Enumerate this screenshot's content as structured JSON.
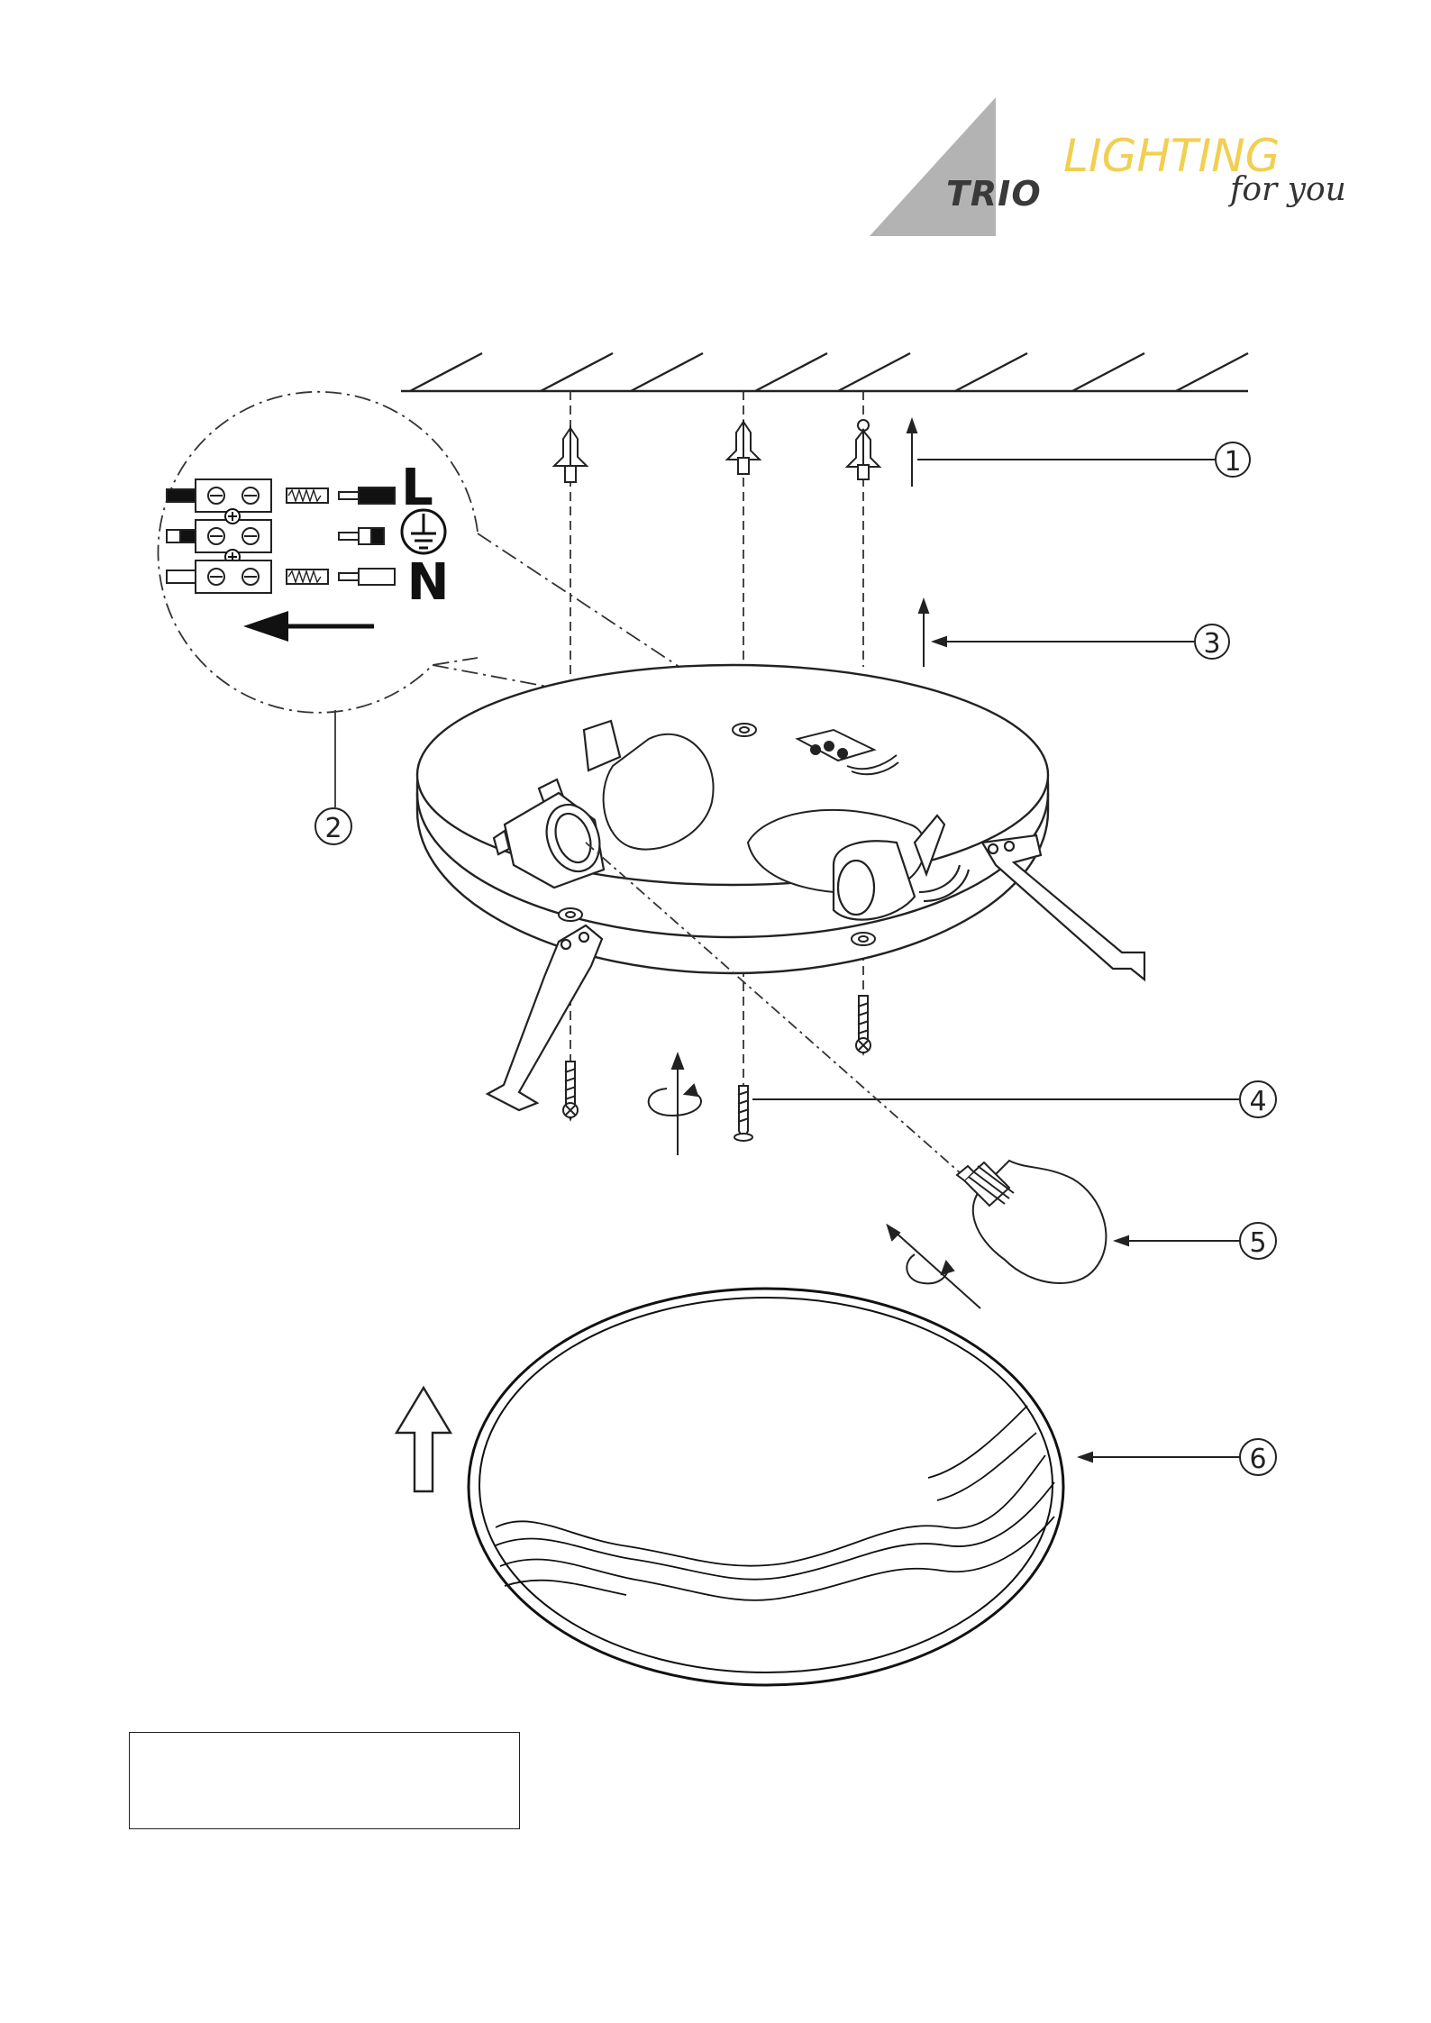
{
  "logo": {
    "brand": "TRIO",
    "word": "LIGHTING",
    "tagline": "for you",
    "colors": {
      "triangle": "#b3b3b3",
      "word": "#f2cf52",
      "brand": "#3a3a3a",
      "tagline": "#333333"
    }
  },
  "wiring": {
    "live": "L",
    "neutral": "N",
    "earth_icon": "earth-symbol-icon"
  },
  "callouts": [
    {
      "number": "1"
    },
    {
      "number": "2"
    },
    {
      "number": "3"
    },
    {
      "number": "4"
    },
    {
      "number": "5"
    },
    {
      "number": "6"
    }
  ],
  "label_box": {
    "text": ""
  }
}
